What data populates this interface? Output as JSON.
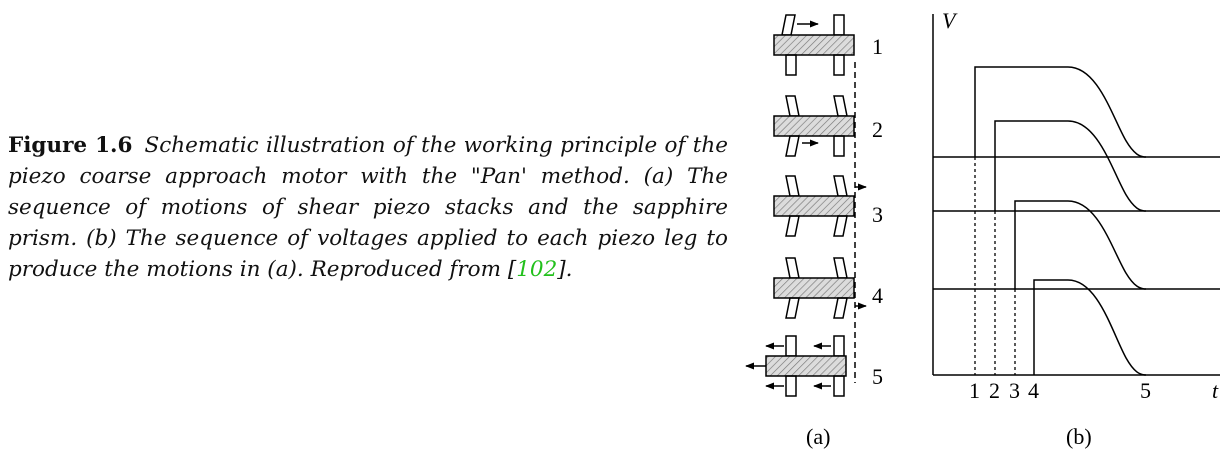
{
  "caption": {
    "label": "Figure 1.6",
    "text_before_ref": "Schematic illustration of the working principle of the piezo coarse approach motor with the \"Pan' method. (a) The sequence of motions of shear piezo stacks and the sapphire prism. (b) The sequence of voltages applied to each piezo leg to produce the motions in (a). Reproduced from [",
    "ref": "102",
    "text_after_ref": "]."
  },
  "figure": {
    "panel_a_label": "(a)",
    "panel_b_label": "(b)",
    "step_labels": [
      "1",
      "2",
      "3",
      "4",
      "5"
    ],
    "y_axis_label": "V",
    "x_axis_label": "t",
    "time_labels": [
      "1",
      "2",
      "3",
      "4",
      "5"
    ]
  },
  "chart_data": {
    "type": "line",
    "xlabel": "t",
    "ylabel": "V",
    "x_ticks": [
      "1",
      "2",
      "3",
      "4",
      "5"
    ],
    "series": [
      {
        "rise_at": "1",
        "decays_to_zero_at": "5"
      },
      {
        "rise_at": "2",
        "decays_to_zero_at": "5"
      },
      {
        "rise_at": "3",
        "decays_to_zero_at": "5"
      },
      {
        "rise_at": "4",
        "decays_to_zero_at": "5"
      }
    ],
    "grid": false
  }
}
